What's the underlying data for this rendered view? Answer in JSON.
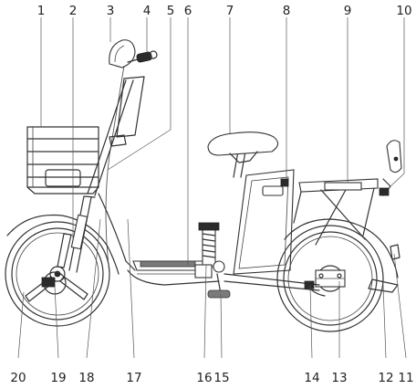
{
  "diagram": {
    "callouts": [
      {
        "num": "1"
      },
      {
        "num": "2"
      },
      {
        "num": "3"
      },
      {
        "num": "4"
      },
      {
        "num": "5"
      },
      {
        "num": "6"
      },
      {
        "num": "7"
      },
      {
        "num": "8"
      },
      {
        "num": "9"
      },
      {
        "num": "10"
      },
      {
        "num": "11"
      },
      {
        "num": "12"
      },
      {
        "num": "13"
      },
      {
        "num": "14"
      },
      {
        "num": "15"
      },
      {
        "num": "16"
      },
      {
        "num": "17"
      },
      {
        "num": "18"
      },
      {
        "num": "19"
      },
      {
        "num": "20"
      }
    ]
  }
}
